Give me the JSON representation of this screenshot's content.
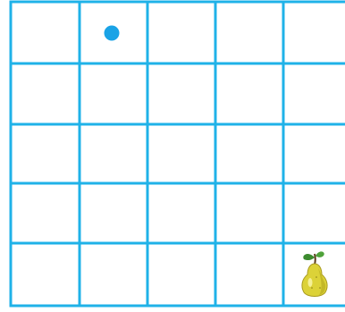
{
  "grid": {
    "rows": 5,
    "cols": 5,
    "line_color": "#1fb2e8",
    "background": "#ffffff"
  },
  "pieces": [
    {
      "name": "blue-dot",
      "icon": "blue-dot-icon",
      "row": 0,
      "col": 1,
      "color": "#1aa3e6"
    },
    {
      "name": "pear",
      "icon": "pear-icon",
      "row": 4,
      "col": 4,
      "color": "#d9d23a"
    }
  ]
}
